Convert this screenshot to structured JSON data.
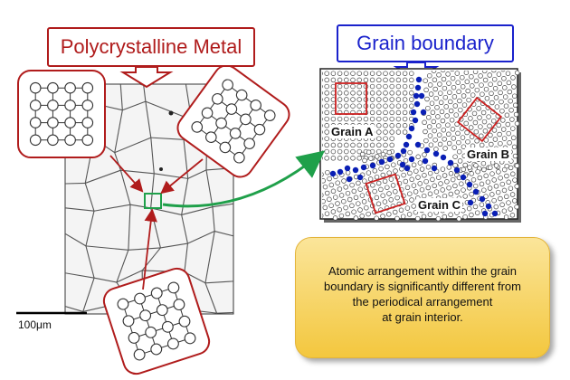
{
  "callouts": {
    "polycrystalline": "Polycrystalline Metal",
    "grain_boundary": "Grain boundary"
  },
  "grains": {
    "a": "Grain A",
    "b": "Grain B",
    "c": "Grain C"
  },
  "scale_bar": "100μm",
  "note": {
    "lines": [
      "Atomic arrangement within the grain",
      "boundary is significantly different from",
      "the periodical arrangement",
      "at grain interior."
    ]
  },
  "colors": {
    "red": "#b01c1c",
    "blue": "#1a22cc",
    "green": "#1fa04a",
    "atom_blue": "#0a1fb5",
    "note_fill": "#f7d870"
  }
}
